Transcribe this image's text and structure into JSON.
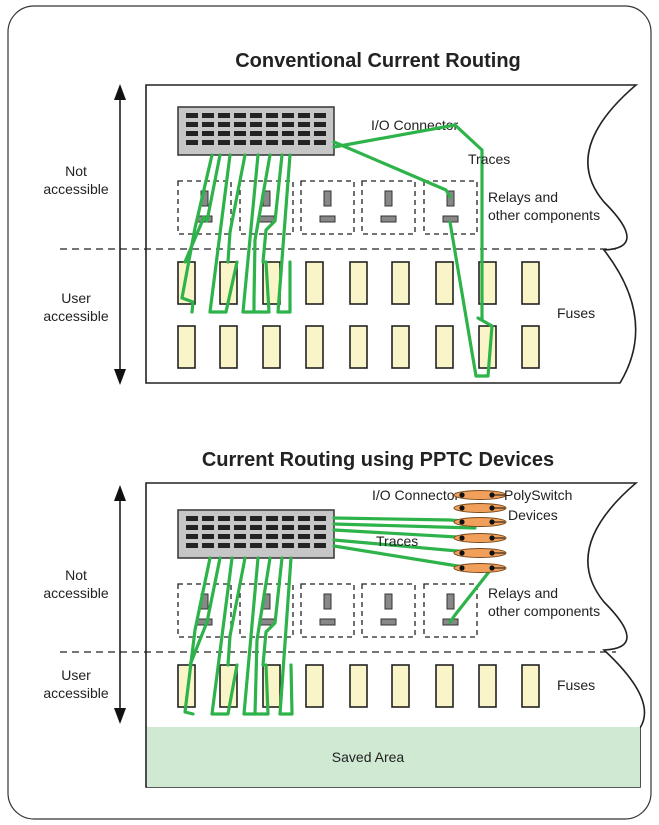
{
  "colors": {
    "trace": "#2db34a",
    "fuse_fill": "#faf5c8",
    "connector_fill": "#c6c6c6",
    "saved_area": "#cfe9d3",
    "pptc": "#f0a05a"
  },
  "top": {
    "title": "Conventional Current Routing",
    "io_connector_label": "I/O Connector",
    "traces_label": "Traces",
    "relays_label_line1": "Relays and",
    "relays_label_line2": "other components",
    "fuses_label": "Fuses",
    "not_accessible_line1": "Not",
    "not_accessible_line2": "accessible",
    "user_accessible_line1": "User",
    "user_accessible_line2": "accessible"
  },
  "bottom": {
    "title": "Current Routing using PPTC Devices",
    "io_connector_label": "I/O Connector",
    "polyswitch_line1": "PolySwitch",
    "polyswitch_line2": "Devices",
    "traces_label": "Traces",
    "relays_label_line1": "Relays and",
    "relays_label_line2": "other components",
    "fuses_label": "Fuses",
    "not_accessible_line1": "Not",
    "not_accessible_line2": "accessible",
    "user_accessible_line1": "User",
    "user_accessible_line2": "accessible",
    "saved_area_label": "Saved Area"
  }
}
